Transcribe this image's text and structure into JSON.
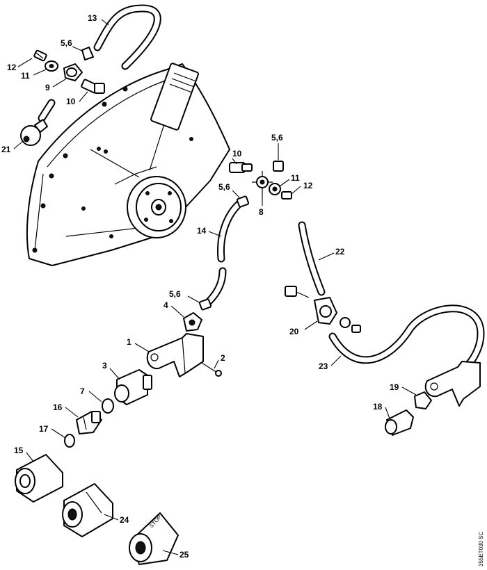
{
  "callouts": {
    "c13": "13",
    "c5_6_top": "5,6",
    "c12_left": "12",
    "c11_left": "11",
    "c9": "9",
    "c10_left": "10",
    "c21": "21",
    "c5_6_right": "5,6",
    "c10_right": "10",
    "c11_right": "11",
    "c12_right": "12",
    "c5_6_mid": "5,6",
    "c8": "8",
    "c14": "14",
    "c22": "22",
    "c5_6_lower": "5,6",
    "c4": "4",
    "c20": "20",
    "c1": "1",
    "c2": "2",
    "c23": "23",
    "c3": "3",
    "c7": "7",
    "c19": "19",
    "c16": "16",
    "c18": "18",
    "c17": "17",
    "c15": "15",
    "c24": "24",
    "c25": "25"
  },
  "drawing_code": "355ET030 SC",
  "coupling_marking": "STOP"
}
